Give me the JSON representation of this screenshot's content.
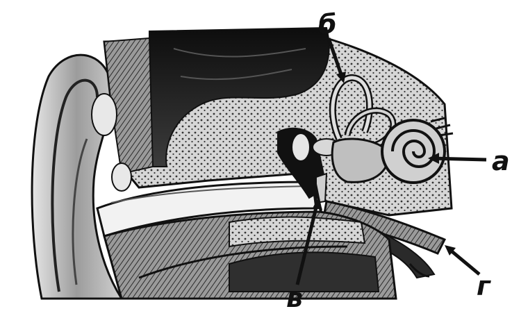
{
  "diagram": {
    "labels": {
      "a": "а",
      "b": "б",
      "v": "в",
      "g": "г"
    },
    "colors": {
      "ink": "#111111",
      "bone": "#d9d9d9",
      "bone_dots": "#3a3a3a",
      "skin": "#bdbdbd",
      "dark_tissue": "#1e1e1e",
      "mid_tissue": "#8a8a8a",
      "background": "#ffffff"
    }
  }
}
